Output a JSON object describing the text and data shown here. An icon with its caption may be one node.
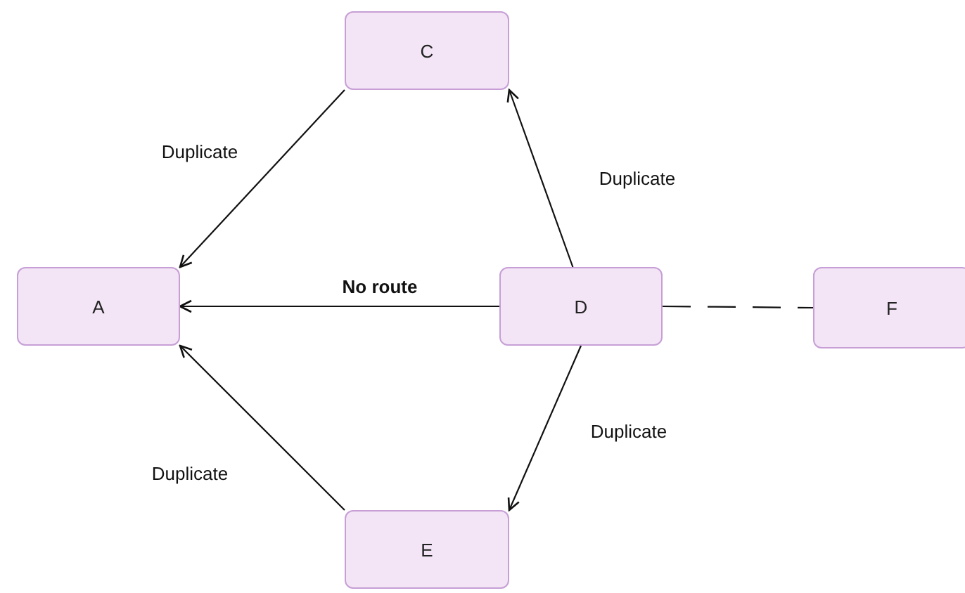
{
  "diagram": {
    "nodes": [
      {
        "text": [
          "C"
        ]
      },
      {
        "text": [
          "A"
        ]
      },
      {
        "text": [
          "D"
        ]
      },
      {
        "text": [
          "F"
        ]
      },
      {
        "text": [
          "E"
        ]
      }
    ],
    "edges": [
      {
        "from": 0,
        "to": 1,
        "arrow": "to",
        "label": "Duplicate"
      },
      {
        "from": 2,
        "to": 0,
        "arrow": "to",
        "label": "Duplicate"
      },
      {
        "from": 2,
        "to": 1,
        "arrow": "to",
        "label": "No route"
      },
      {
        "from": 2,
        "to": 3,
        "arrow": "none",
        "style": "dashed"
      },
      {
        "from": 2,
        "to": 4,
        "arrow": "to",
        "label": "Duplicate"
      },
      {
        "from": 4,
        "to": 1,
        "arrow": "to",
        "label": "Duplicate"
      }
    ]
  }
}
